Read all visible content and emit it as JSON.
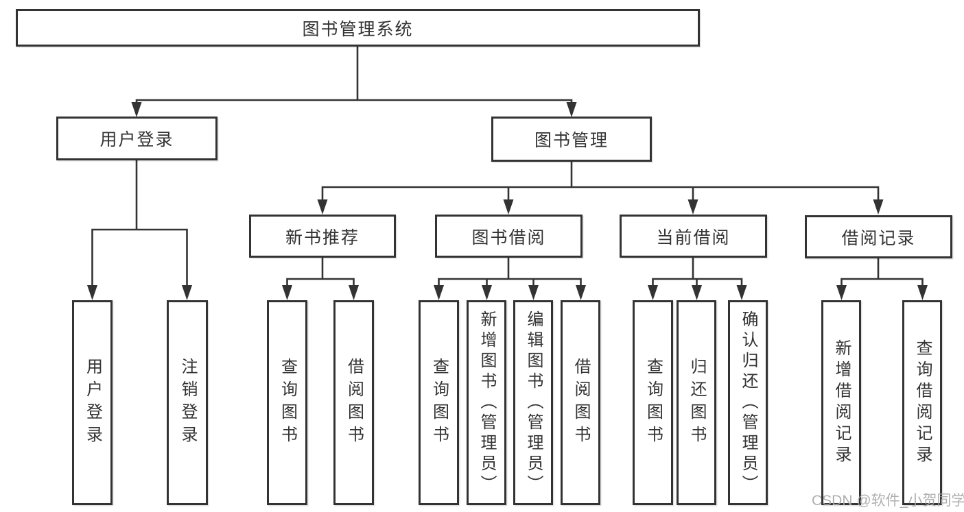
{
  "diagram": {
    "root": {
      "label": "图书管理系统"
    },
    "branches": [
      {
        "label": "用户登录",
        "children": [
          {
            "label": "用户登录"
          },
          {
            "label": "注销登录"
          }
        ]
      },
      {
        "label": "图书管理",
        "sections": [
          {
            "label": "新书推荐",
            "children": [
              {
                "label": "查询图书"
              },
              {
                "label": "借阅图书"
              }
            ]
          },
          {
            "label": "图书借阅",
            "children": [
              {
                "label": "查询图书"
              },
              {
                "label": "新增图书（管理员）"
              },
              {
                "label": "编辑图书（管理员）"
              },
              {
                "label": "借阅图书"
              }
            ]
          },
          {
            "label": "当前借阅",
            "children": [
              {
                "label": "查询图书"
              },
              {
                "label": "归还图书"
              },
              {
                "label": "确认归还（管理员）"
              }
            ]
          },
          {
            "label": "借阅记录",
            "children": [
              {
                "label": "新增借阅记录"
              },
              {
                "label": "查询借阅记录"
              }
            ]
          }
        ]
      }
    ]
  },
  "watermark": {
    "text": "CSDN @软件_小贺同学"
  },
  "colors": {
    "line": "#333333",
    "text": "#333333",
    "background": "#ffffff",
    "watermark": "#a8a8a8"
  }
}
